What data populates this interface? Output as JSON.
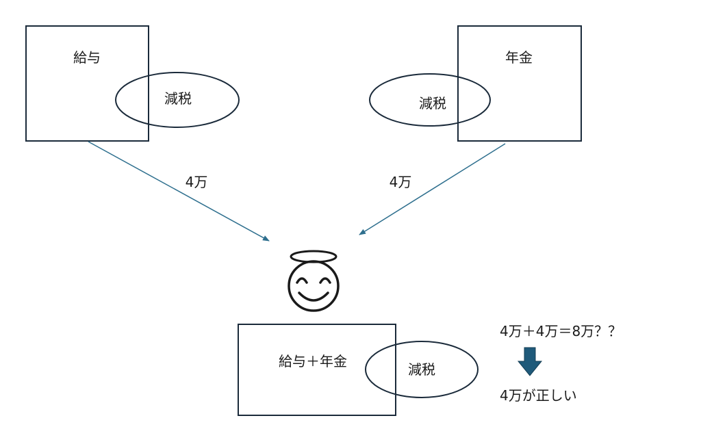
{
  "boxes": {
    "salary": {
      "label": "給与"
    },
    "pension": {
      "label": "年金"
    },
    "combined": {
      "label": "給与＋年金"
    }
  },
  "ovals": {
    "salary": {
      "label": "減税"
    },
    "pension": {
      "label": "減税"
    },
    "combined": {
      "label": "減税"
    }
  },
  "arrows": {
    "salary": {
      "label": "4万"
    },
    "pension": {
      "label": "4万"
    }
  },
  "note": {
    "question": "4万＋4万＝8万？？",
    "answer": "4万が正しい"
  },
  "colors": {
    "arrow": "#2e6f8e",
    "down_arrow": "#1f5a7a",
    "stroke": "#1a2a3a"
  },
  "icons": {
    "face": "smiling-face-with-halo-icon",
    "down": "down-arrow-icon"
  }
}
